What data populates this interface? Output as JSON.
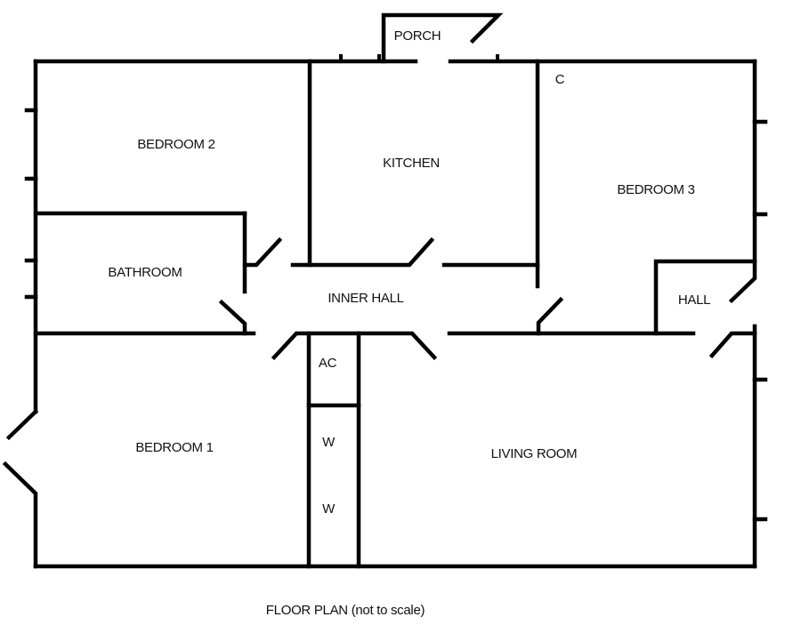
{
  "plan": {
    "caption": "FLOOR PLAN (not to scale)",
    "wall_color": "#000000",
    "rooms": {
      "porch": "PORCH",
      "kitchen": "KITCHEN",
      "cupboard": "C",
      "bedroom2": "BEDROOM 2",
      "bedroom3": "BEDROOM 3",
      "bathroom": "BATHROOM",
      "inner_hall": "INNER HALL",
      "hall": "HALL",
      "airing_cupboard": "AC",
      "wardrobe1": "W",
      "wardrobe2": "W",
      "bedroom1": "BEDROOM 1",
      "living_room": "LIVING ROOM"
    }
  }
}
